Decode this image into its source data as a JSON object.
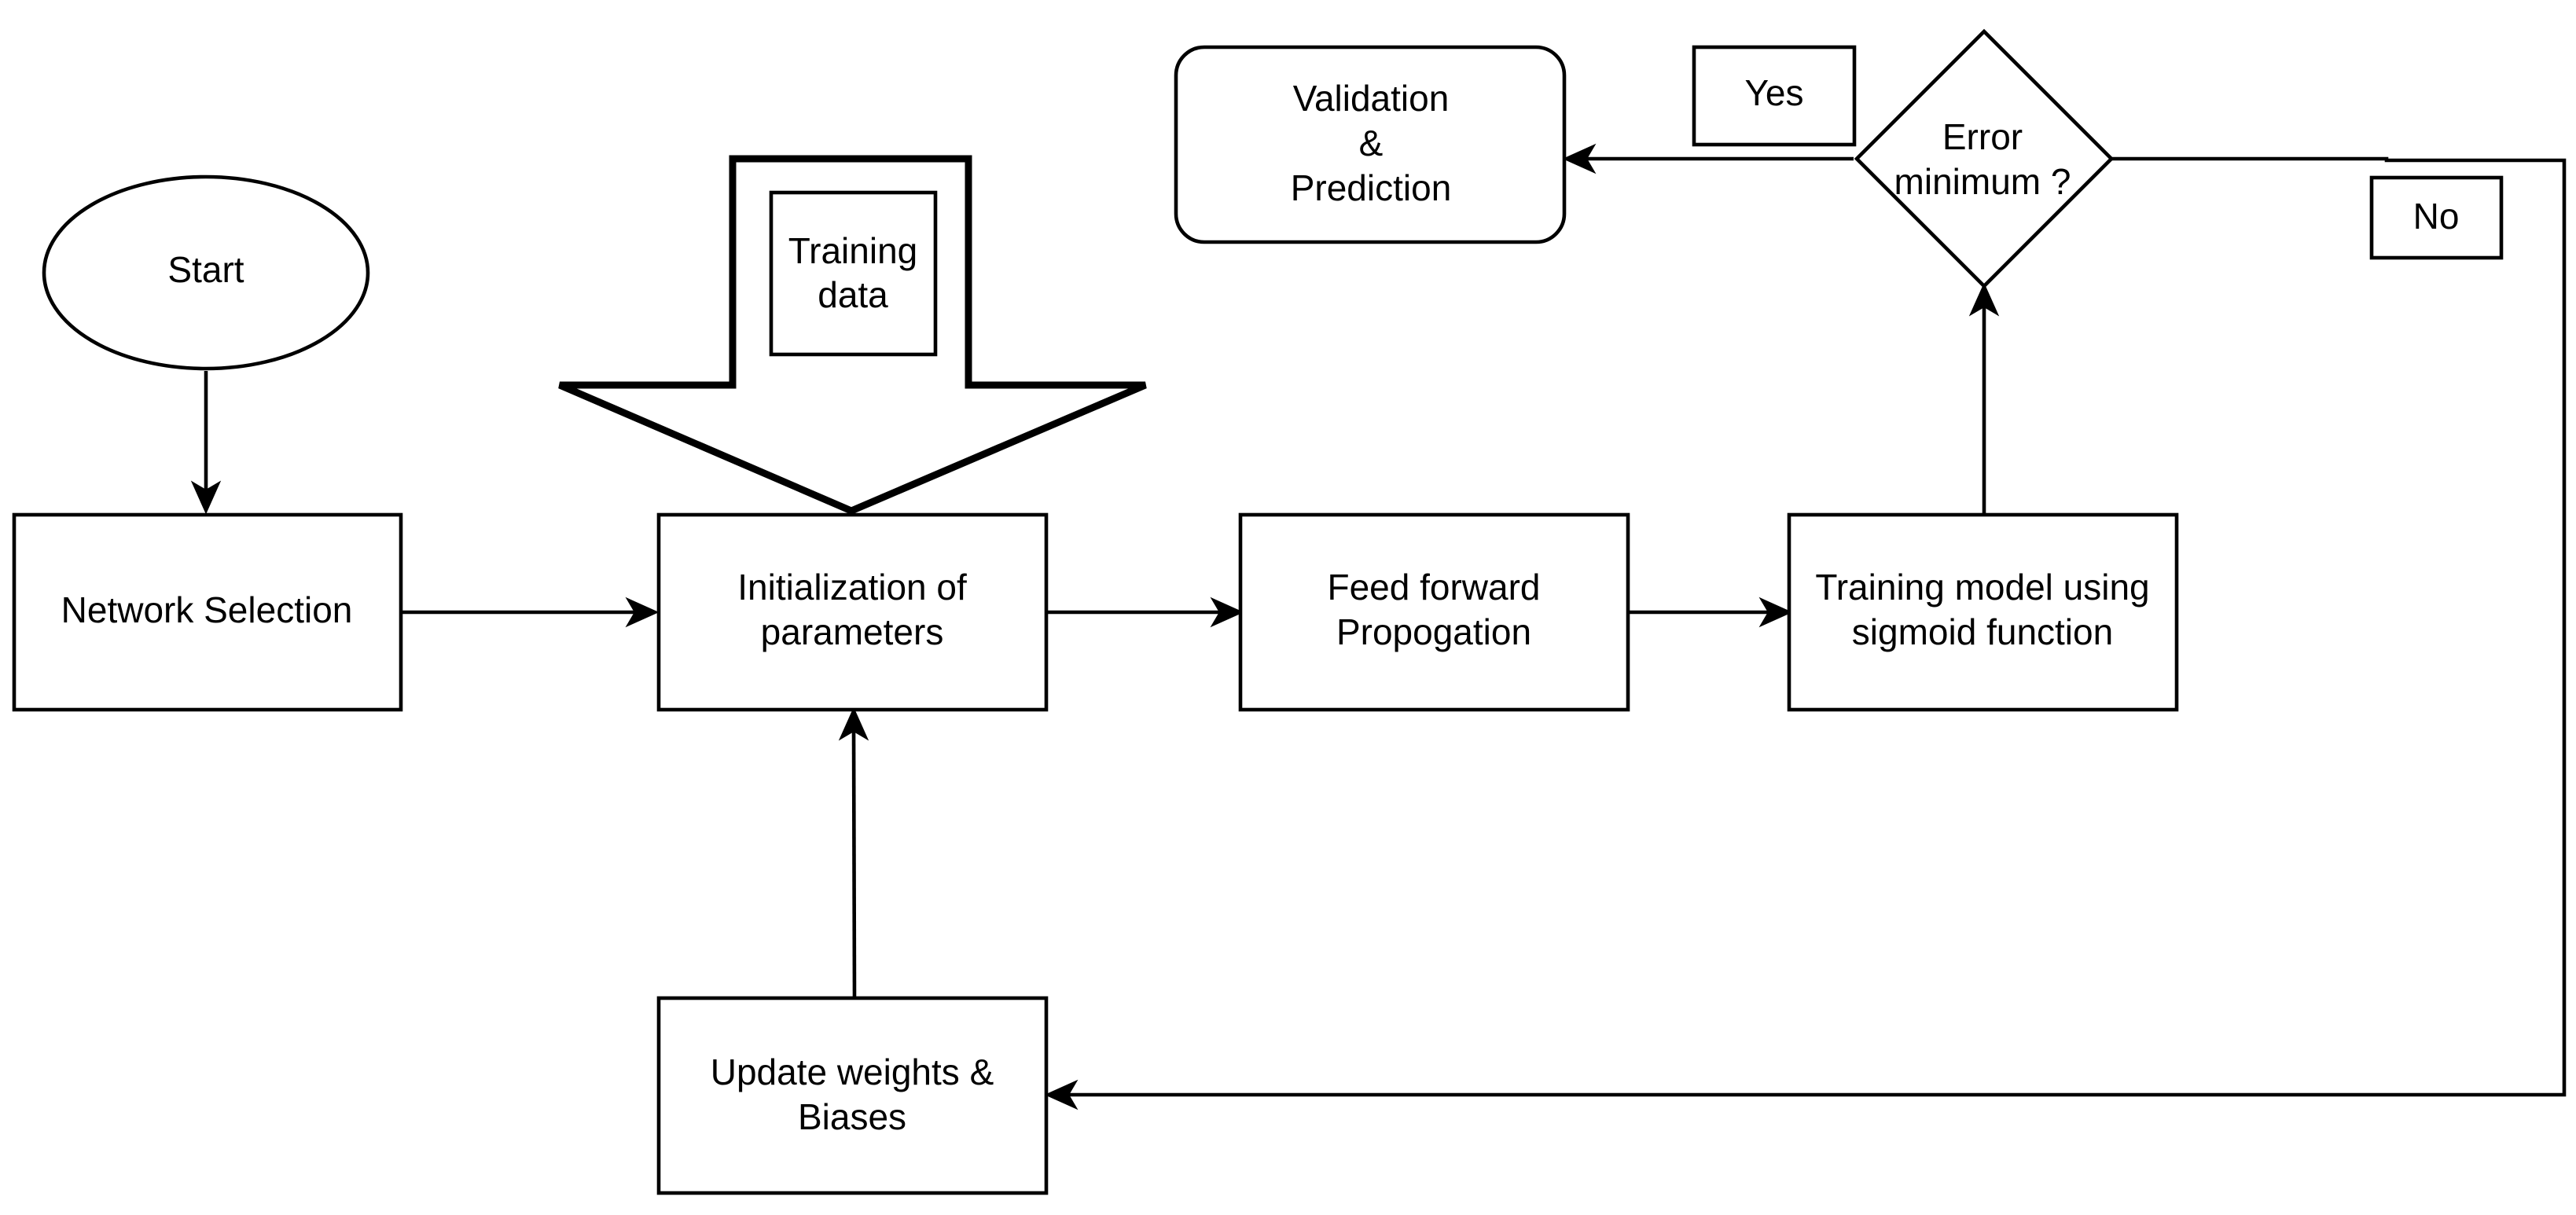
{
  "colors": {
    "stroke": "#000000",
    "fill": "#ffffff",
    "text": "#000000"
  },
  "nodes": {
    "start": {
      "text": "Start",
      "shape": "ellipse"
    },
    "training_data_arrow": {
      "shape": "block-down-arrow"
    },
    "training_data": {
      "lines": [
        "Training",
        "data"
      ],
      "shape": "rectangle"
    },
    "network_selection": {
      "text": "Network Selection",
      "shape": "rectangle"
    },
    "initialization": {
      "lines": [
        "Initialization of",
        "parameters"
      ],
      "shape": "rectangle"
    },
    "feed_forward": {
      "lines": [
        "Feed forward",
        "Propogation"
      ],
      "shape": "rectangle"
    },
    "training_model": {
      "lines": [
        "Training model using",
        "sigmoid function"
      ],
      "shape": "rectangle"
    },
    "error_decision": {
      "lines": [
        "Error",
        "minimum ?"
      ],
      "shape": "diamond"
    },
    "validation": {
      "lines": [
        "Validation",
        "&",
        "Prediction"
      ],
      "shape": "rounded-rectangle"
    },
    "update_weights": {
      "lines": [
        "Update weights &",
        "Biases"
      ],
      "shape": "rectangle"
    }
  },
  "edge_labels": {
    "yes": "Yes",
    "no": "No"
  },
  "edges": [
    {
      "from": "start",
      "to": "network_selection"
    },
    {
      "from": "network_selection",
      "to": "initialization"
    },
    {
      "from": "initialization",
      "to": "feed_forward"
    },
    {
      "from": "feed_forward",
      "to": "training_model"
    },
    {
      "from": "training_model",
      "to": "error_decision"
    },
    {
      "from": "error_decision",
      "to": "validation",
      "label": "Yes"
    },
    {
      "from": "error_decision",
      "to": "update_weights",
      "label": "No"
    },
    {
      "from": "update_weights",
      "to": "initialization"
    }
  ]
}
